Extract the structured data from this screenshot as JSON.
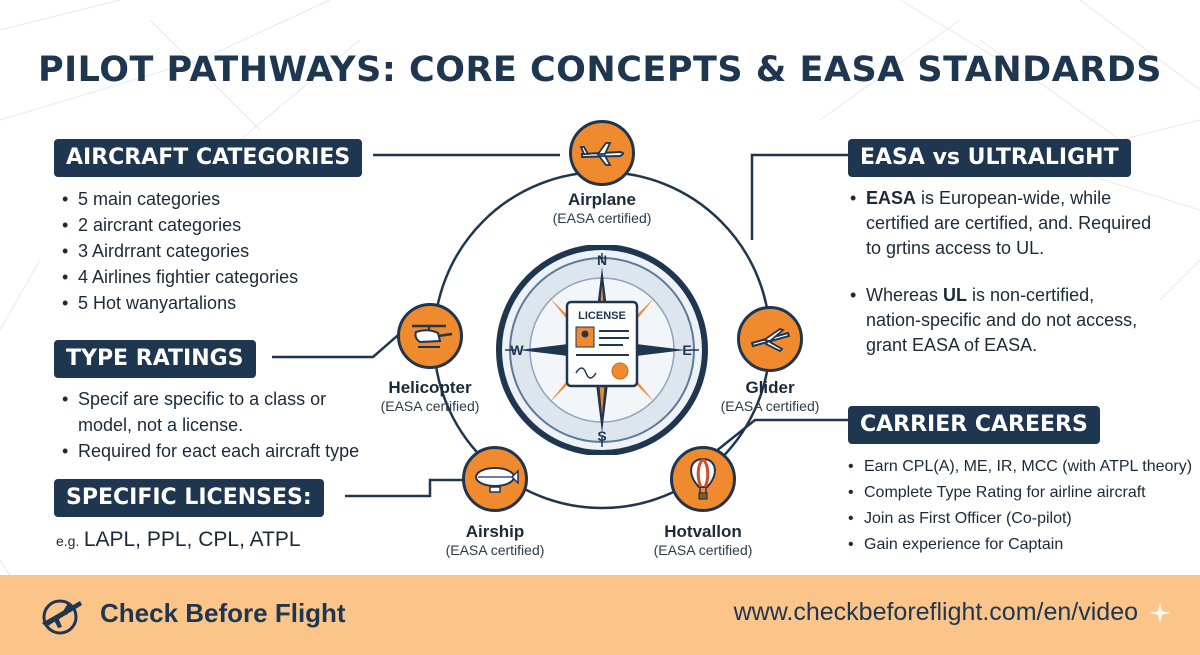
{
  "title": "PILOT PATHWAYS: CORE CONCEPTS & EASA STANDARDS",
  "aircraft_categories": {
    "heading": "AIRCRAFT CATEGORIES",
    "items": [
      "5 main categories",
      "2 aircrant categories",
      "3 Airdrrant categories",
      "4 Airlines fightier categories",
      "5 Hot wanyartalions"
    ]
  },
  "type_ratings": {
    "heading": "TYPE RATINGS",
    "items": [
      "Specif are specific to a class or model, not a license.",
      "Required for eact each aircraft type"
    ]
  },
  "specific_licenses": {
    "heading": "SPECIFIC LICENSES:",
    "prefix": "e.g.",
    "text": "LAPL, PPL, CPL, ATPL"
  },
  "easa_vs_ul": {
    "heading": "EASA vs ULTRALIGHT",
    "p1_bold": "EASA",
    "p1_text": " is European-wide, while certified are certified, and. Required to grtins access to UL.",
    "p2_pre": "Whereas ",
    "p2_bold": "UL",
    "p2_text": " is non-certified, nation-specific and do not access, grant EASA of EASA."
  },
  "carrier_careers": {
    "heading": "CARRIER CAREERS",
    "items": [
      "Earn CPL(A), ME, IR, MCC (with ATPL theory)",
      "Complete Type Rating for airline aircraft",
      "Join as First Officer (Co-pilot)",
      "Gain experience for Captain"
    ]
  },
  "nodes": {
    "airplane": {
      "name": "Airplane",
      "sub": "(EASA certified)",
      "icon": "airplane-icon"
    },
    "helicopter": {
      "name": "Helicopter",
      "sub": "(EASA certified)",
      "icon": "helicopter-icon"
    },
    "glider": {
      "name": "Glider",
      "sub": "(EASA certified)",
      "icon": "glider-icon"
    },
    "airship": {
      "name": "Airship",
      "sub": "(EASA certified)",
      "icon": "airship-icon"
    },
    "hotvallon": {
      "name": "Hotvallon",
      "sub": "(EASA certified)",
      "icon": "hot-air-balloon-icon"
    }
  },
  "compass": {
    "n": "N",
    "s": "S",
    "e": "E",
    "w": "W",
    "license_label": "LICENSE"
  },
  "footer": {
    "brand": "Check Before Flight",
    "url": "www.checkbeforeflight.com/en/video"
  },
  "colors": {
    "navy": "#1f3650",
    "orange": "#f08a2e",
    "footer_bg": "#fbc58a"
  }
}
